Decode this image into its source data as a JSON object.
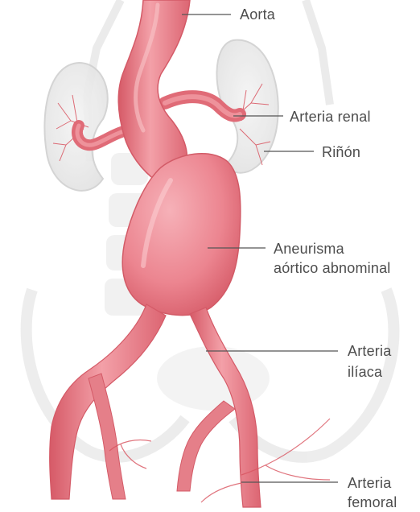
{
  "colors": {
    "artery": "#e9737e",
    "artery_highlight": "#f7aab1",
    "artery_shadow": "#c94f5c",
    "vessel_branch": "#d9535f",
    "background_anatomy": "#d6d6d6",
    "label_text": "#4d4d4d",
    "leader_line": "#555555"
  },
  "labels": {
    "aorta": "Aorta",
    "renal_artery": "Arteria renal",
    "kidney": "Riñón",
    "aneurysm_line1": "Aneurisma",
    "aneurysm_line2": "aórtico abnominal",
    "iliac_line1": "Arteria",
    "iliac_line2": "ilíaca",
    "femoral_line1": "Arteria",
    "femoral_line2": "femoral"
  }
}
